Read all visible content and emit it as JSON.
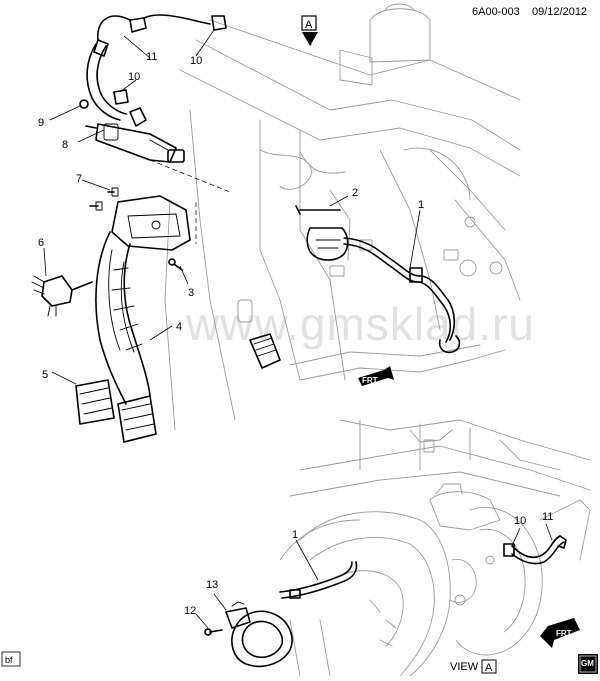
{
  "header": {
    "diagram_code": "6A00-003",
    "date": "09/12/2012"
  },
  "view_marker": {
    "letter": "A"
  },
  "watermark": "www.gmsklad.ru",
  "callouts_top": [
    "1",
    "2",
    "3",
    "4",
    "5",
    "6",
    "7",
    "8",
    "9",
    "10",
    "11"
  ],
  "callouts_bottom": [
    "1",
    "10",
    "11",
    "12",
    "13"
  ],
  "frt_top": "FRT",
  "frt_bottom": "FRT",
  "view_label": "VIEW",
  "view_label_letter": "A",
  "footer_tag": "bf",
  "logo_text": "GM"
}
